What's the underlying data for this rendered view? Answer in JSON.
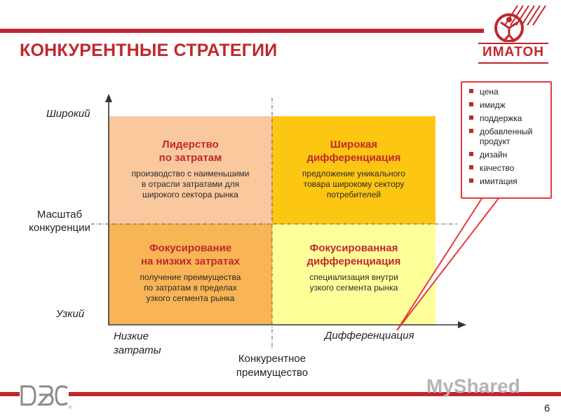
{
  "header": {
    "title": "КОНКУРЕНТНЫЕ СТРАТЕГИИ",
    "logo_text": "ИМАТОН"
  },
  "axes": {
    "y_top": "Широкий",
    "y_middle_line1": "Масштаб",
    "y_middle_line2": "конкуренции",
    "y_bottom": "Узкий",
    "x_left_line1": "Низкие",
    "x_left_line2": "затраты",
    "x_right": "Дифференциация",
    "x_title_line1": "Конкурентное",
    "x_title_line2": "преимущество"
  },
  "quadrants": {
    "top_left": {
      "title_line1": "Лидерство",
      "title_line2": "по затратам",
      "desc_line1": "производство с наименьшими",
      "desc_line2": "в отрасли затратами для",
      "desc_line3": "широкого сектора рынка"
    },
    "top_right": {
      "title_line1": "Широкая",
      "title_line2": "дифференциация",
      "desc_line1": "предложение уникального",
      "desc_line2": "товара широкому сектору",
      "desc_line3": "потребителей"
    },
    "bottom_left": {
      "title_line1": "Фокусирование",
      "title_line2": "на низких затратах",
      "desc_line1": "получение преимущества",
      "desc_line2": "по затратам в пределах",
      "desc_line3": "узкого сегмента рынка"
    },
    "bottom_right": {
      "title_line1": "Фокусированная",
      "title_line2": "дифференциация",
      "desc_line1": "специализация внутри",
      "desc_line2": "узкого сегмента рынка"
    }
  },
  "callout": {
    "items": [
      "цена",
      "имидж",
      "поддержка",
      "добавленный продукт",
      "дизайн",
      "качество",
      "имитация"
    ]
  },
  "footer": {
    "brand_left": "DBC",
    "brand_right": "MyShared",
    "page_number": "6"
  },
  "colors": {
    "accent": "#c0272d",
    "q_top_left": "#f9c89d",
    "q_top_right": "#fcc612",
    "q_bottom_left": "#f8b455",
    "q_bottom_right": "#ffff99"
  }
}
